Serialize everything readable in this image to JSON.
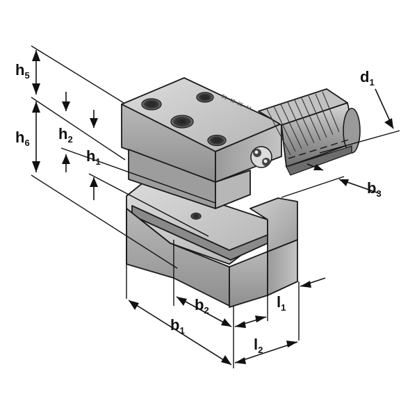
{
  "diagram": {
    "labels": {
      "h5": {
        "main": "h",
        "sub": "5"
      },
      "h6": {
        "main": "h",
        "sub": "6"
      },
      "h2": {
        "main": "h",
        "sub": "2"
      },
      "h1": {
        "main": "h",
        "sub": "1"
      },
      "d1": {
        "main": "d",
        "sub": "1"
      },
      "b3": {
        "main": "b",
        "sub": "3"
      },
      "b2": {
        "main": "b",
        "sub": "2"
      },
      "b1": {
        "main": "b",
        "sub": "1"
      },
      "l1": {
        "main": "l",
        "sub": "1"
      },
      "l2": {
        "main": "l",
        "sub": "2"
      }
    },
    "engraving": "B1 40 25 44",
    "colors": {
      "steel_light": "#c9c9c9",
      "steel_mid": "#a9a9a9",
      "steel_dark": "#7d7d7d",
      "outline": "#1a1a1a",
      "dimension": "#111111"
    }
  }
}
